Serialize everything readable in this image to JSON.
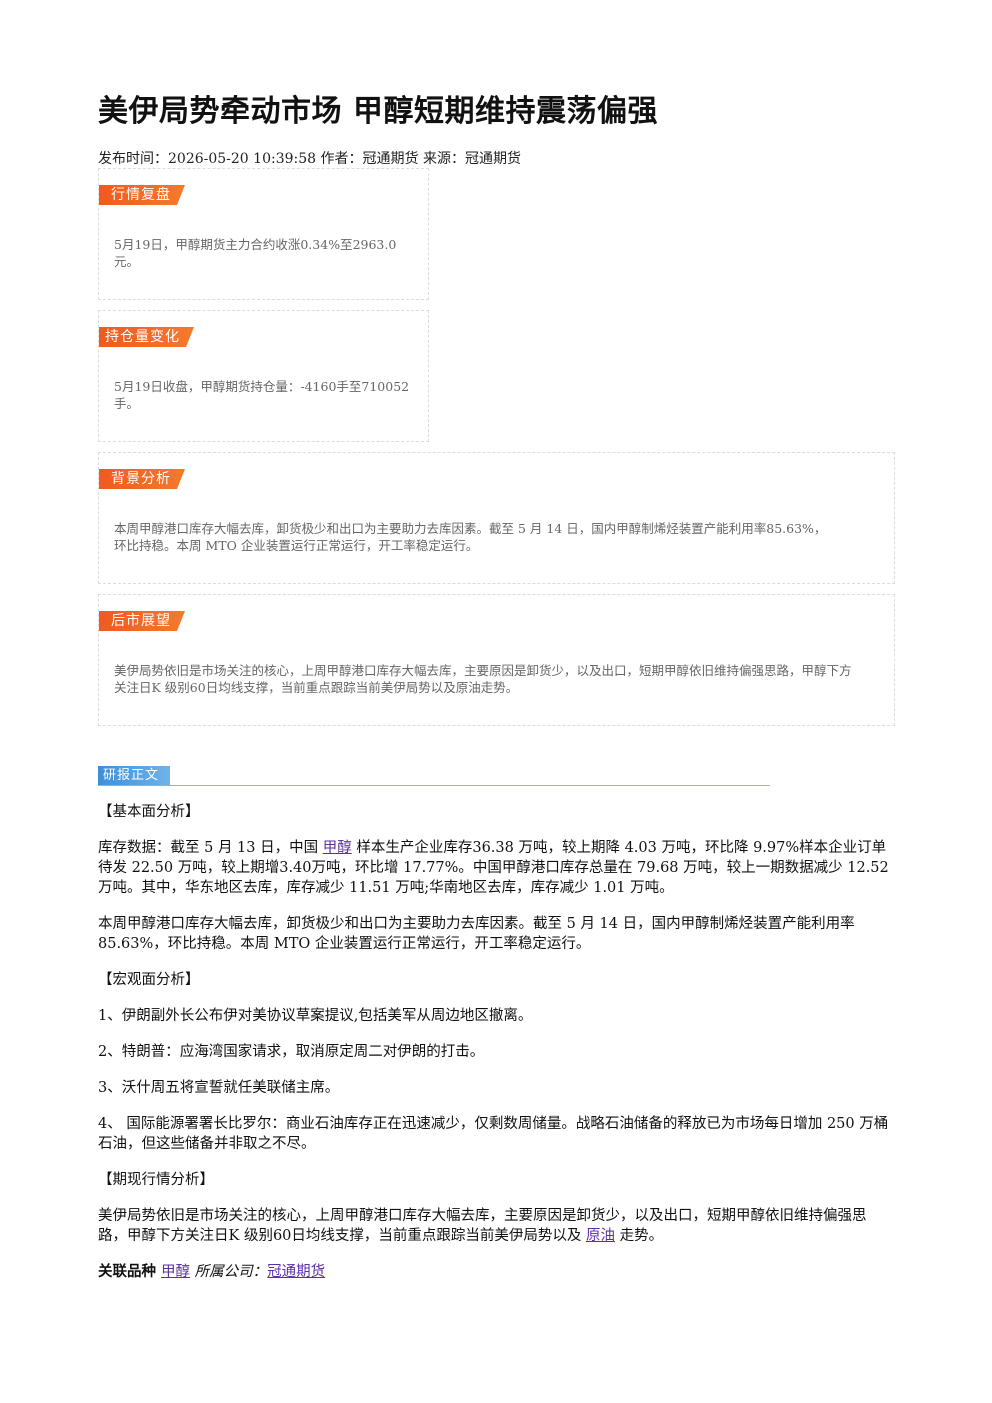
{
  "title": "美伊局势牵动市场 甲醇短期维持震荡偏强",
  "meta": "发布时间：2026-05-20 10:39:58 作者：冠通期货 来源：冠通期货",
  "boxes": {
    "review": {
      "tag": "行情复盘",
      "text": "5月19日，甲醇期货主力合约收涨0.34%至2963.0元。"
    },
    "position": {
      "tag": "持仓量变化",
      "text": "5月19日收盘，甲醇期货持仓量：-4160手至710052手。"
    },
    "background": {
      "tag": "背景分析",
      "text": "本周甲醇港口库存大幅去库，卸货极少和出口为主要助力去库因素。截至 5 月 14 日，国内甲醇制烯烃装置产能利用率85.63%，环比持稳。本周 MTO 企业装置运行正常运行，开工率稳定运行。"
    },
    "outlook": {
      "tag": "后市展望",
      "text": "美伊局势依旧是市场关注的核心，上周甲醇港口库存大幅去库，主要原因是卸货少，以及出口，短期甲醇依旧维持偏强思路，甲醇下方关注日K 级别60日均线支撑，当前重点跟踪当前美伊局势以及原油走势。"
    }
  },
  "report": {
    "tag": "研报正文",
    "h_fundamental": "【基本面分析】",
    "p1_before": "库存数据：截至 5 月 13 日，中国 ",
    "p1_link": "甲醇",
    "p1_after": " 样本生产企业库存36.38 万吨，较上期降 4.03 万吨，环比降 9.97%样本企业订单待发 22.50 万吨，较上期增3.40万吨，环比增 17.77%。中国甲醇港口库存总量在 79.68 万吨，较上一期数据减少 12.52 万吨。其中，华东地区去库，库存减少 11.51 万吨;华南地区去库，库存减少 1.01 万吨。",
    "p2": "本周甲醇港口库存大幅去库，卸货极少和出口为主要助力去库因素。截至 5 月 14 日，国内甲醇制烯烃装置产能利用率85.63%，环比持稳。本周 MTO 企业装置运行正常运行，开工率稳定运行。",
    "h_macro": "【宏观面分析】",
    "m1": "1、伊朗副外长公布伊对美协议草案提议,包括美军从周边地区撤离。",
    "m2": "2、特朗普：应海湾国家请求，取消原定周二对伊朗的打击。",
    "m3": "3、沃什周五将宣誓就任美联储主席。",
    "m4": "4、 国际能源署署长比罗尔：商业石油库存正在迅速减少，仅剩数周储量。战略石油储备的释放已为市场每日增加 250 万桶石油，但这些储备并非取之不尽。",
    "h_spot": "【期现行情分析】",
    "p3_before": "美伊局势依旧是市场关注的核心，上周甲醇港口库存大幅去库，主要原因是卸货少，以及出口，短期甲醇依旧维持偏强思路，甲醇下方关注日K 级别60日均线支撑，当前重点跟踪当前美伊局势以及 ",
    "p3_link": "原油",
    "p3_after": " 走势。",
    "rel_label": "关联品种 ",
    "rel_link": "甲醇",
    "rel_company_label": " 所属公司：",
    "rel_company_link": "冠通期货"
  }
}
